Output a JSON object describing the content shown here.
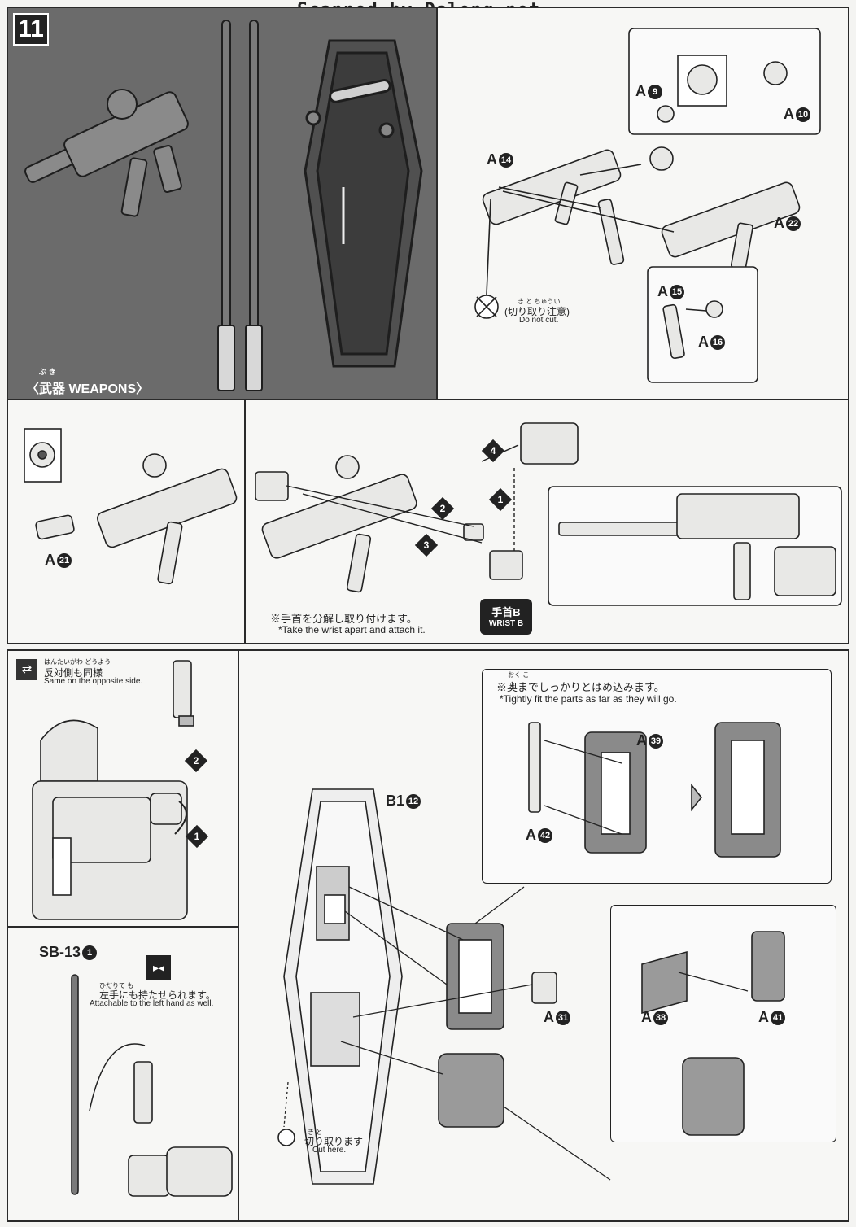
{
  "header": {
    "watermark": "Scanned by Dalong.net",
    "step_number": "11"
  },
  "weapons_panel": {
    "ruby": "ぶ き",
    "title": "〈武器 WEAPONS〉"
  },
  "parts": {
    "a9": "A",
    "a9n": "9",
    "a10": "A",
    "a10n": "10",
    "a14": "A",
    "a14n": "14",
    "a22": "A",
    "a22n": "22",
    "a15": "A",
    "a15n": "15",
    "a16": "A",
    "a16n": "16",
    "a21": "A",
    "a21n": "21",
    "a39": "A",
    "a39n": "39",
    "a42": "A",
    "a42n": "42",
    "b112": "B1",
    "b112n": "12",
    "a31": "A",
    "a31n": "31",
    "a38": "A",
    "a38n": "38",
    "a41": "A",
    "a41n": "41",
    "sb13": "SB-13",
    "sb13n": "1"
  },
  "notes": {
    "no_cut_ruby": "き と ちゅうい",
    "no_cut_jp": "(切り取り注意)",
    "no_cut_en": "Do not cut.",
    "wrist_jp": "※手首を分解し取り付けます。",
    "wrist_en": "*Take the wrist apart and attach it.",
    "wrist_badge_jp": "手首B",
    "wrist_badge_en": "WRIST B",
    "opposite_ruby": "はんたいがわ どうよう",
    "opposite_jp": "反対側も同様",
    "opposite_en": "Same on the opposite side.",
    "left_hand_ruby": "ひだりて も",
    "left_hand_jp": "左手にも持たせられます。",
    "left_hand_en": "Attachable to the left hand as well.",
    "tight_ruby": "おく こ",
    "tight_jp": "※奥までしっかりとはめ込みます。",
    "tight_en": "*Tightly fit the parts as far as they will go.",
    "cut_ruby": "き と",
    "cut_jp": "切り取ります",
    "cut_en": "Cut here."
  },
  "steps": {
    "s1": "1",
    "s2": "2",
    "s3": "3",
    "s4": "4",
    "b1": "1",
    "b2": "2"
  }
}
